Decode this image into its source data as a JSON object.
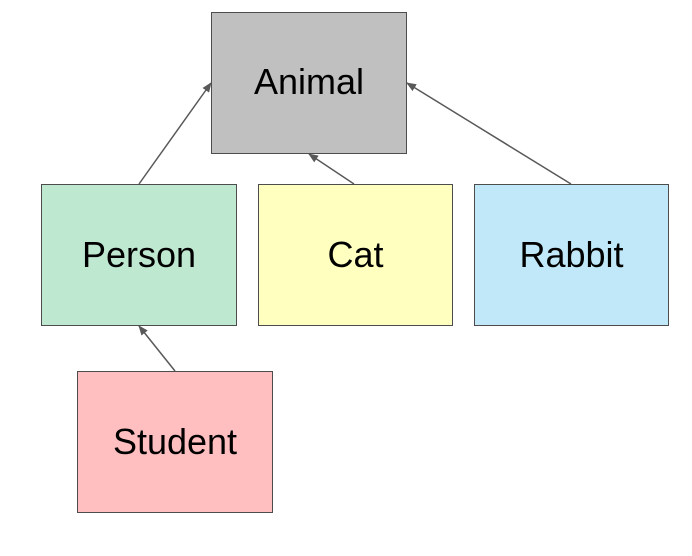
{
  "nodes": {
    "animal": {
      "label": "Animal",
      "color": "#c0c0c0"
    },
    "person": {
      "label": "Person",
      "color": "#bfe8d0"
    },
    "cat": {
      "label": "Cat",
      "color": "#ffffc0"
    },
    "rabbit": {
      "label": "Rabbit",
      "color": "#c0e8f8"
    },
    "student": {
      "label": "Student",
      "color": "#ffbfc0"
    }
  },
  "edges": [
    {
      "from": "person",
      "to": "animal"
    },
    {
      "from": "cat",
      "to": "animal"
    },
    {
      "from": "rabbit",
      "to": "animal"
    },
    {
      "from": "student",
      "to": "person"
    }
  ],
  "edge_color": "#595959"
}
